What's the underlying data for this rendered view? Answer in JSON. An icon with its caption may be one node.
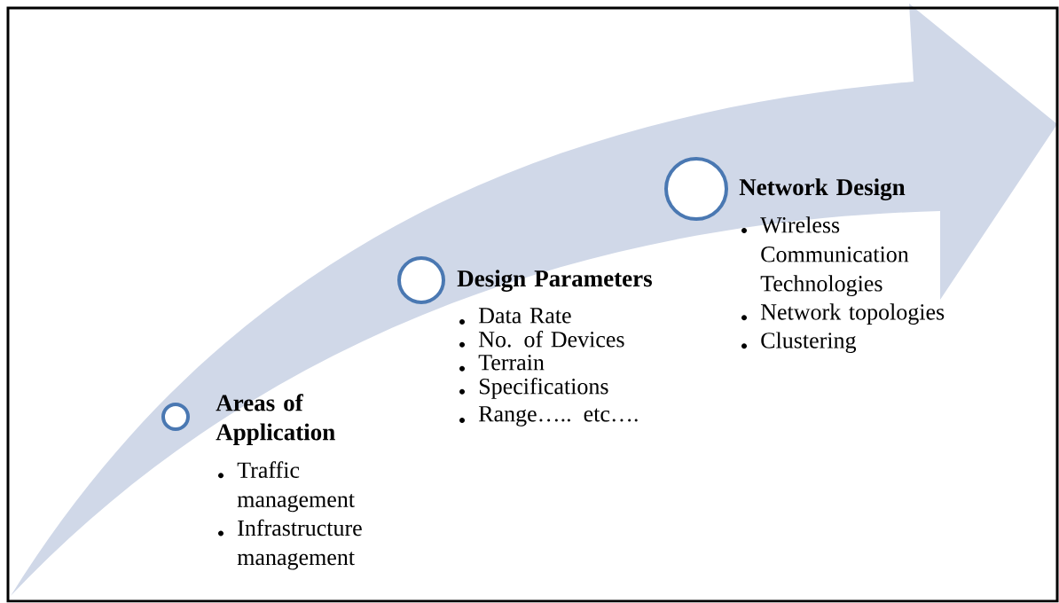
{
  "diagram": {
    "nodes": [
      {
        "text": [],
        "shape": "circle",
        "beside": [
          "Areas of Application",
          "Traffic management",
          "Infrastructure management"
        ]
      },
      {
        "text": [],
        "shape": "circle",
        "beside": [
          "Design Parameters",
          "Data Rate",
          "No. of Devices",
          "Terrain",
          "Specifications",
          "Range….. etc…."
        ]
      },
      {
        "text": [],
        "shape": "circle",
        "beside": [
          "Network Design",
          "Wireless Communication Technologies",
          "Network topologies",
          "Clustering"
        ]
      }
    ]
  }
}
